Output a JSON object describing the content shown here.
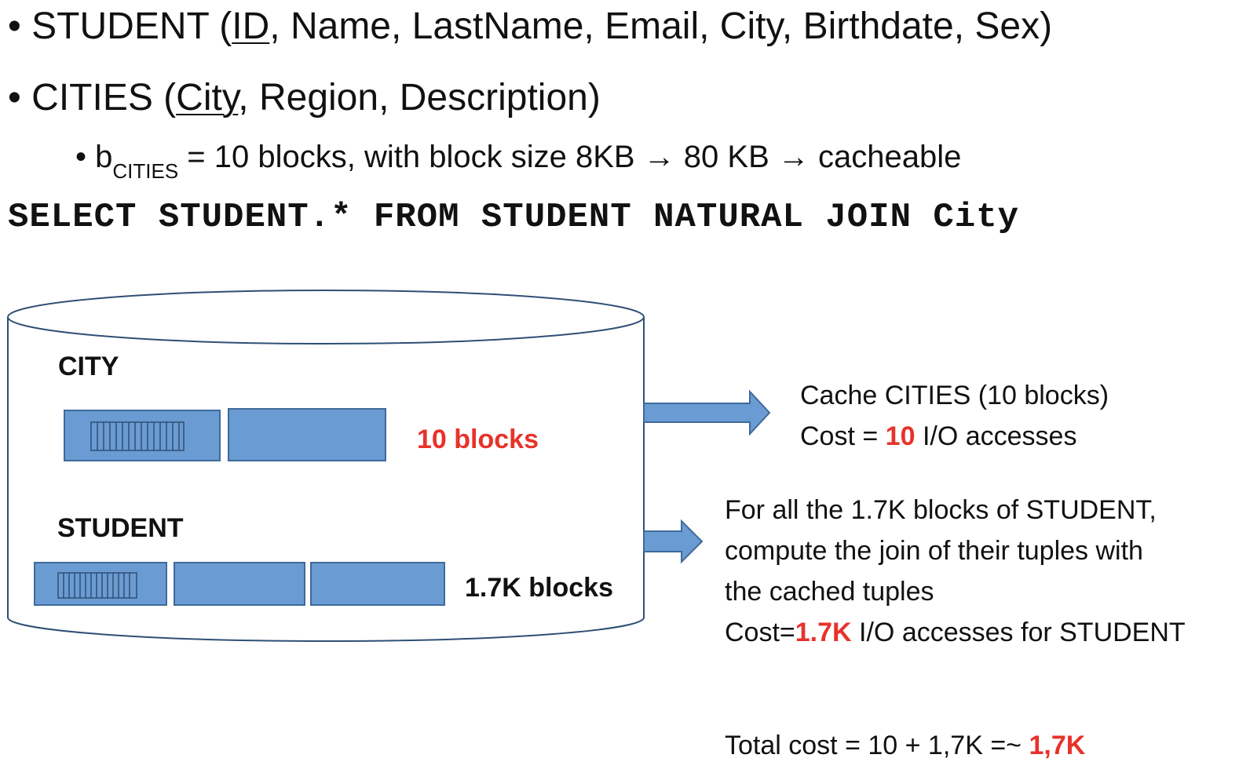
{
  "bullets": {
    "student": {
      "bullet": "•",
      "name": "STUDENT",
      "open": " (",
      "key": "ID",
      "rest": ", Name, LastName, Email, City, Birthdate, Sex)"
    },
    "cities": {
      "bullet": "•",
      "name": "CITIES",
      "open": " (",
      "key": "City",
      "rest": ", Region, Description)"
    },
    "cities_sub": {
      "bullet": "•",
      "b": "b",
      "subscript": "CITIES",
      "text": " = 10 blocks, with block size 8KB → 80 KB → cacheable"
    }
  },
  "sql": "SELECT STUDENT.* FROM STUDENT NATURAL JOIN City",
  "diagram": {
    "city_label": "CITY",
    "city_blocks": "10 blocks",
    "student_label": "STUDENT",
    "student_blocks": "1.7K blocks",
    "colors": {
      "block_fill": "#6a9bd2",
      "block_stroke": "#3f6a9a",
      "accent_red": "#e8322a"
    }
  },
  "notes": {
    "cache_line1": "Cache CITIES (10 blocks)",
    "cache_cost_prefix": "Cost = ",
    "cache_cost_value": "10",
    "cache_cost_suffix": " I/O accesses",
    "student_line1": "For all the 1.7K blocks of STUDENT,",
    "student_line2": "compute the join of their tuples with",
    "student_line3": "the cached tuples",
    "student_cost_prefix": "Cost=",
    "student_cost_value": "1.7K",
    "student_cost_suffix": " I/O accesses for STUDENT",
    "total_prefix": "Total cost = 10 + 1,7K =~ ",
    "total_value": "1,7K"
  }
}
